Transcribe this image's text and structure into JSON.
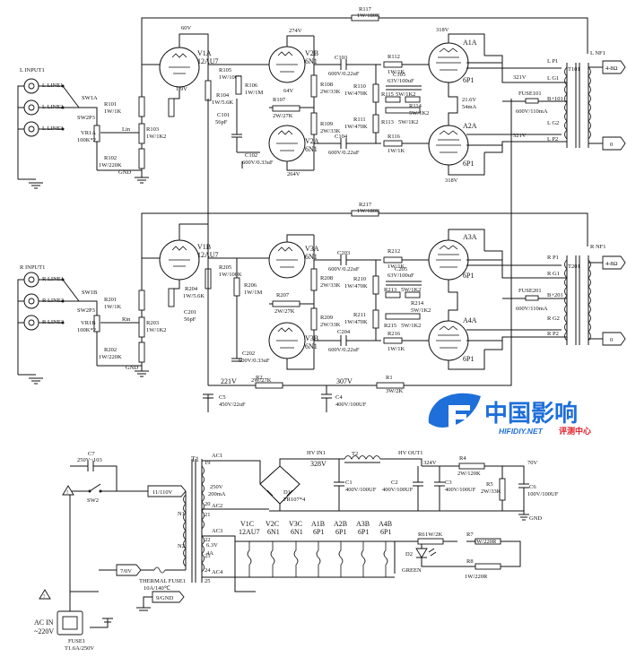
{
  "left": {
    "input": "L INPUT1",
    "lines": [
      "L LINE1",
      "L LINE2",
      "L LINE3"
    ],
    "sw1": "SW1A",
    "sw2": "SW2P3",
    "vr": "VR1A",
    "vr_val": "100K*2",
    "lin": "Lin",
    "gnd": "GND",
    "r101": "R101",
    "r101v": "1W/1K",
    "r103": "R103",
    "r103v": "1W/1K2",
    "r102": "R102",
    "r102v": "1W/220K",
    "v1": "V1A",
    "v1t": "12AU7",
    "v1volt": "60V",
    "v1bias": "1.9V",
    "r105": "R105",
    "r105v": "1W/100K",
    "r104": "R104",
    "r104v": "1W/5.6K",
    "c101": "C101",
    "c101v": "56pF",
    "r106": "R106",
    "r106v": "1W/1M",
    "r107": "R107",
    "r107v": "2W/27K",
    "c102": "C102",
    "c102v": "600V/0.33uF",
    "v2b": "V2B",
    "v2bt": "6N1",
    "v2bvolt": "274V",
    "v2a": "V2A",
    "v2at": "6N1",
    "v2avolt": "264V",
    "v64": "64V",
    "r108": "R108",
    "r108v": "2W/33K",
    "r109": "R109",
    "r109v": "2W/33K",
    "r117": "R117",
    "r117v": "1W/180K",
    "c103": "C103",
    "c103v": "600V/0.22uF",
    "c104": "C104",
    "c104v": "600V/0.22uF",
    "r110": "R110",
    "r110v": "1W/470K",
    "r111": "R111",
    "r111v": "1W/470K",
    "r112": "R112",
    "r112v": "1W/1K",
    "r116": "R116",
    "r116v": "1W/1K",
    "c105": "C105",
    "c105v": "63V/100uF",
    "r113": "R113",
    "r113v": "5W/1K2",
    "r114": "R114",
    "r114v": "5W/1K2",
    "r115": "R115",
    "r115v": "5W/1K2",
    "a1a": "A1A",
    "a1at": "6P1",
    "a2a": "A2A",
    "a2at": "6P1",
    "v318a": "318V",
    "v318b": "318V",
    "bias": "21.6V",
    "current": "54mA",
    "fuse": "FUSE101",
    "fusev": "600V/110mA",
    "v321a": "321V",
    "v321b": "321V",
    "t": "T101",
    "nf": "L NF1",
    "p1": "L P1",
    "g1": "L G1",
    "b": "B+101",
    "g2": "L G2",
    "p2": "L P2",
    "out8": "4-8Ω",
    "out0": "0"
  },
  "right": {
    "input": "R INPUT1",
    "lines": [
      "R LINE1",
      "R LINE2",
      "R LINE3"
    ],
    "sw1": "SW1B",
    "sw2": "SW2P3",
    "vr": "VR1B",
    "vr_val": "100K*2",
    "lin": "Rin",
    "gnd": "GND",
    "r201": "R201",
    "r201v": "1W/1K",
    "r203": "R203",
    "r203v": "1W/1K2",
    "r202": "R202",
    "r202v": "1W/220K",
    "v1": "V1B",
    "v1t": "12AU7",
    "r205": "R205",
    "r205v": "1W/100K",
    "r204": "R204",
    "r204v": "1W/5.6K",
    "c201": "C201",
    "c201v": "56pF",
    "r206": "R206",
    "r206v": "1W/1M",
    "r207": "R207",
    "r207v": "2W/27K",
    "c202": "C202",
    "c202v": "600V/0.33uF",
    "v3a": "V3A",
    "v3at": "6N1",
    "v3b": "V3B",
    "v3bt": "6N1",
    "r208": "R208",
    "r208v": "2W/33K",
    "r209": "R209",
    "r209v": "2W/33K",
    "r217": "R217",
    "r217v": "1W/180K",
    "c203": "C203",
    "c203v": "600V/0.22uF",
    "c204": "C204",
    "c204v": "600V/0.22uF",
    "r210": "R210",
    "r210v": "1W/470K",
    "r211": "R211",
    "r211v": "1W/470K",
    "r212": "R212",
    "r212v": "1W/1K",
    "r216": "R216",
    "r216v": "1W/1K",
    "c205": "C205",
    "c205v": "63V/100uF",
    "r213": "R213",
    "r213v": "5W/1K2",
    "r214": "R214",
    "r214v": "5W/1K2",
    "r215": "R215",
    "r215v": "5W/1K2",
    "a3a": "A3A",
    "a3at": "6P1",
    "a4a": "A4A",
    "a4at": "6P1",
    "fuse": "FUSE201",
    "fusev": "600V/110mA",
    "t": "T201",
    "nf": "R NF1",
    "p1": "R P1",
    "g1": "R G1",
    "b": "B+201",
    "g2": "R G2",
    "p2": "R P2",
    "out8": "4-8Ω",
    "out0": "0"
  },
  "supply_rail": {
    "v221": "221V",
    "v307": "307V",
    "r2": "R2",
    "r2v": "2W/27K",
    "r1": "R1",
    "r1v": "3W/2K",
    "c5": "C5",
    "c5v": "450V/22uF",
    "c4": "C4",
    "c4v": "400V/100UF"
  },
  "psu": {
    "c7": "C7",
    "c7v": "250V~103",
    "sw2": "SW2",
    "ac_select": "11/110V",
    "t1": "T1",
    "n1": "N1",
    "n2": "N2",
    "ac1": "AC1",
    "ac2": "AC2",
    "ac3": "AC3",
    "ac4": "AC4",
    "v250": "250V",
    "ma200": "200mA",
    "v63": "6.3V",
    "a4": "4A",
    "pins": [
      "19",
      "20",
      "21",
      "22",
      "23",
      "24",
      "25"
    ],
    "d1": "D1",
    "d1v": "FR107*4",
    "hvin": "HV IN1",
    "v328": "328V",
    "l2": "T2",
    "hvout": "HV OUT1",
    "v324": "324V",
    "c1": "C1",
    "c1v": "400V/100UF",
    "c2": "C2",
    "c2v": "400V/100UF",
    "c3": "C3",
    "c3v": "400V/100UF",
    "r4": "R4",
    "r4v": "2W/120K",
    "r5": "R5",
    "r5v": "2W/33K",
    "c6": "C6",
    "c6v": "100V/100UF",
    "v70": "70V",
    "gnd": "GND",
    "heaters": [
      {
        "name": "V1C",
        "type": "12AU7"
      },
      {
        "name": "V2C",
        "type": "6N1"
      },
      {
        "name": "V3C",
        "type": "6N1"
      },
      {
        "name": "A1B",
        "type": "6P1"
      },
      {
        "name": "A2B",
        "type": "6P1"
      },
      {
        "name": "A3B",
        "type": "6P1"
      },
      {
        "name": "A4B",
        "type": "6P1"
      }
    ],
    "r6": "R6",
    "r6v": "1W/2K",
    "r7": "R7",
    "r7v": "1W/220R",
    "r8": "R8",
    "r8v": "1W/220R",
    "d2": "D2",
    "d2v": "GREEN",
    "ac_tap": "7/0V",
    "thermal": "THERMAL FUSE1",
    "thermal_v": "10A/140℃",
    "gnd9": "9/GND",
    "acin": "AC IN",
    "acv": "~220V",
    "fuse1": "FUSE1",
    "fuse1v": "T1.6A/250V"
  },
  "logo": {
    "cn": "中国影响",
    "url": "HIFIDIY.NET",
    "sub": "评测中心"
  },
  "colors": {
    "logo_blue": "#1e6fd9",
    "logo_red": "#e0202a"
  }
}
